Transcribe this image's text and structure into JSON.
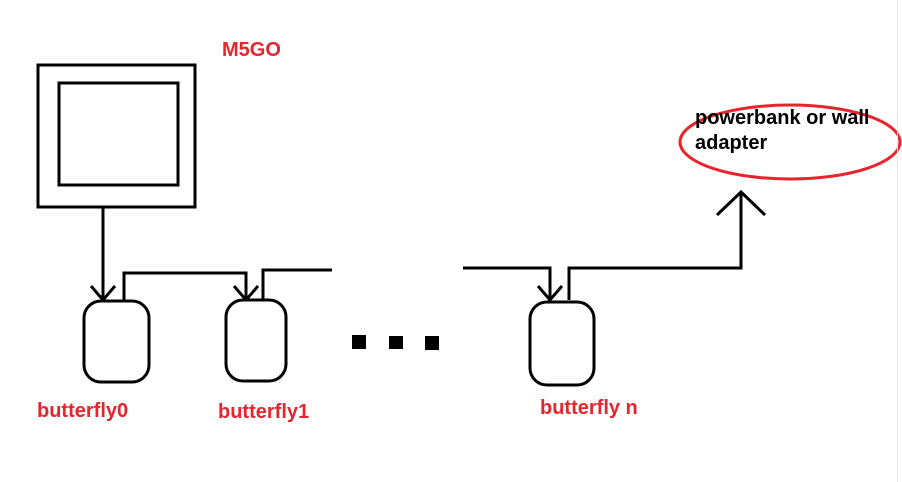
{
  "nodes": {
    "controller": {
      "label": "M5GO"
    },
    "butterfly0": {
      "label": "butterfly0"
    },
    "butterfly1": {
      "label": "butterfly1"
    },
    "butterflyN": {
      "label": "butterfly n"
    },
    "power": {
      "line1": "powerbank or wall",
      "line2": "adapter"
    }
  },
  "colors": {
    "label_red": "#e8242c",
    "stroke": "#000000",
    "background": "#ffffff"
  }
}
